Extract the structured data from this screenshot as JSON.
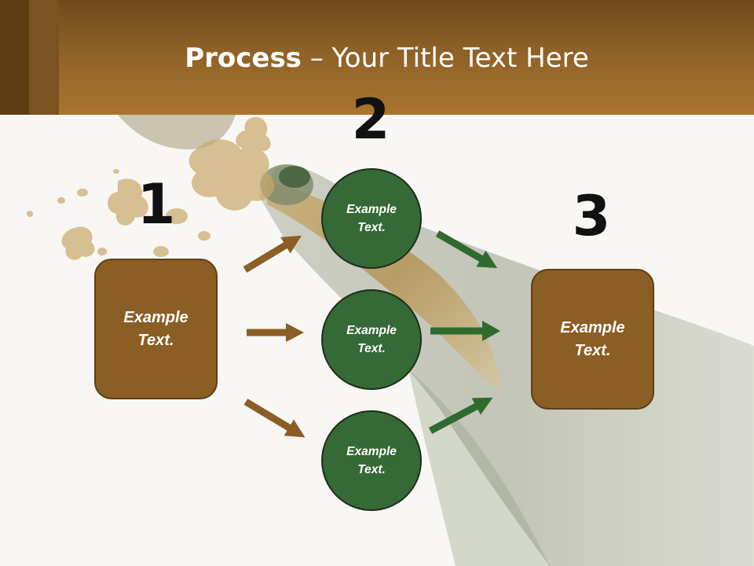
{
  "slide": {
    "title_bold": "Process",
    "title_rest": " – Your Title Text Here",
    "steps": [
      {
        "number": "1",
        "box_text": "Example Text."
      },
      {
        "number": "2",
        "circles": [
          "Example Text.",
          "Example Text.",
          "Example Text."
        ]
      },
      {
        "number": "3",
        "box_text": "Example Text."
      }
    ]
  },
  "colors": {
    "header": "#a8752f",
    "box_fill": "#8b5e25",
    "circle_fill": "#356935",
    "brown_arrow": "#8b5e25",
    "green_arrow": "#2f6b2f"
  }
}
